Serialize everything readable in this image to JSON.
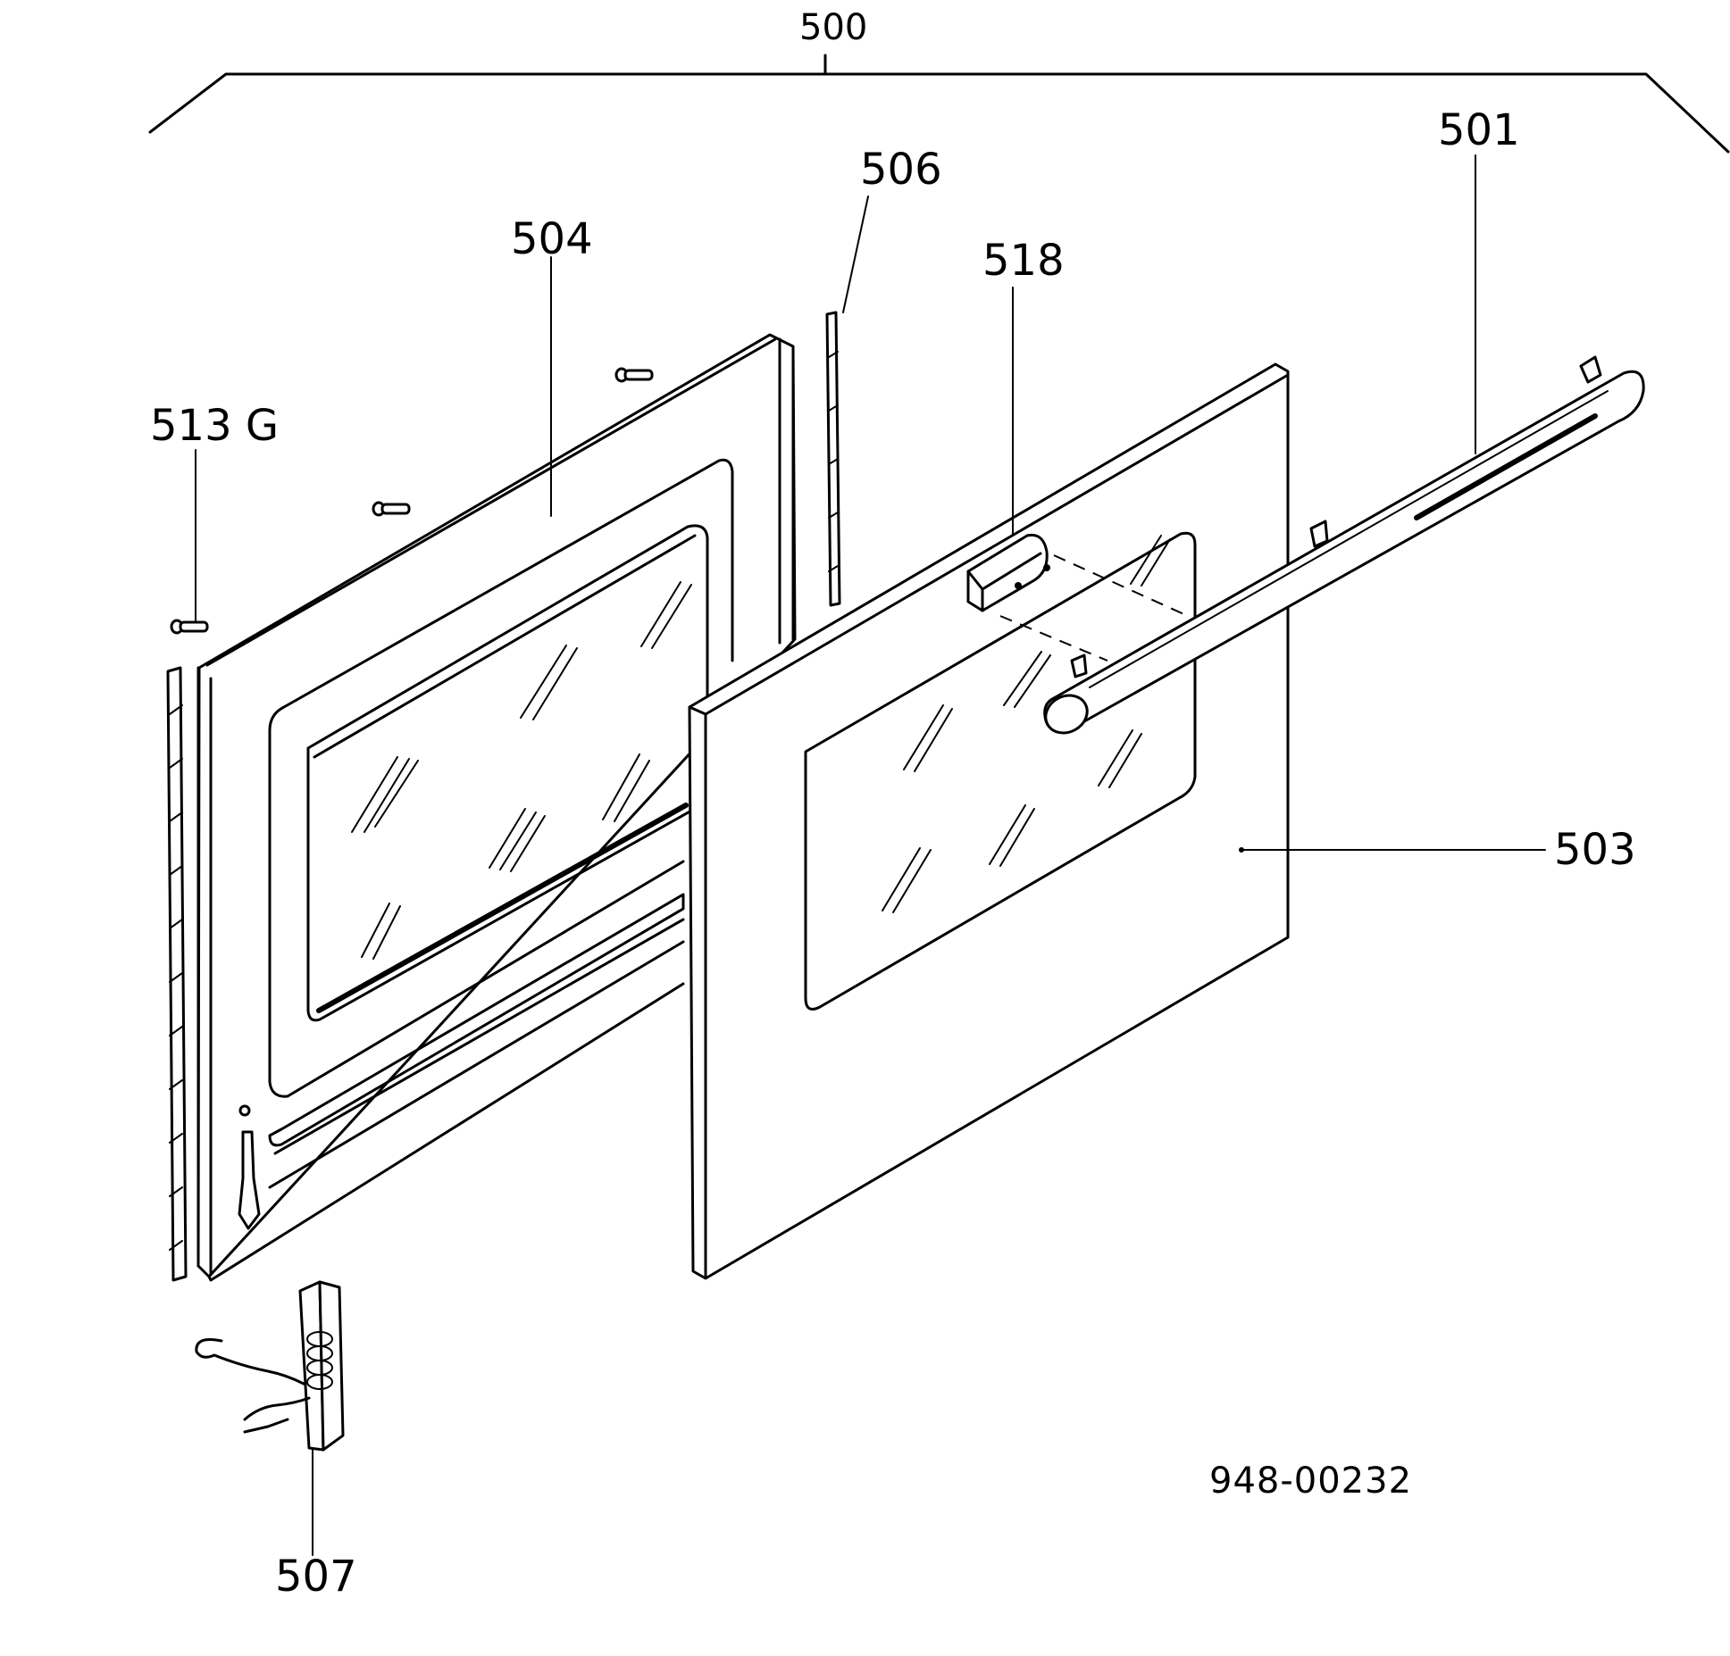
{
  "diagram": {
    "labels": {
      "assembly": "500",
      "handle": "501",
      "outer_panel": "503",
      "inner_door": "504",
      "seal_strip": "506",
      "hinge": "507",
      "screw": "513 G",
      "handle_bracket": "518"
    },
    "drawing_code": "948-00232"
  }
}
